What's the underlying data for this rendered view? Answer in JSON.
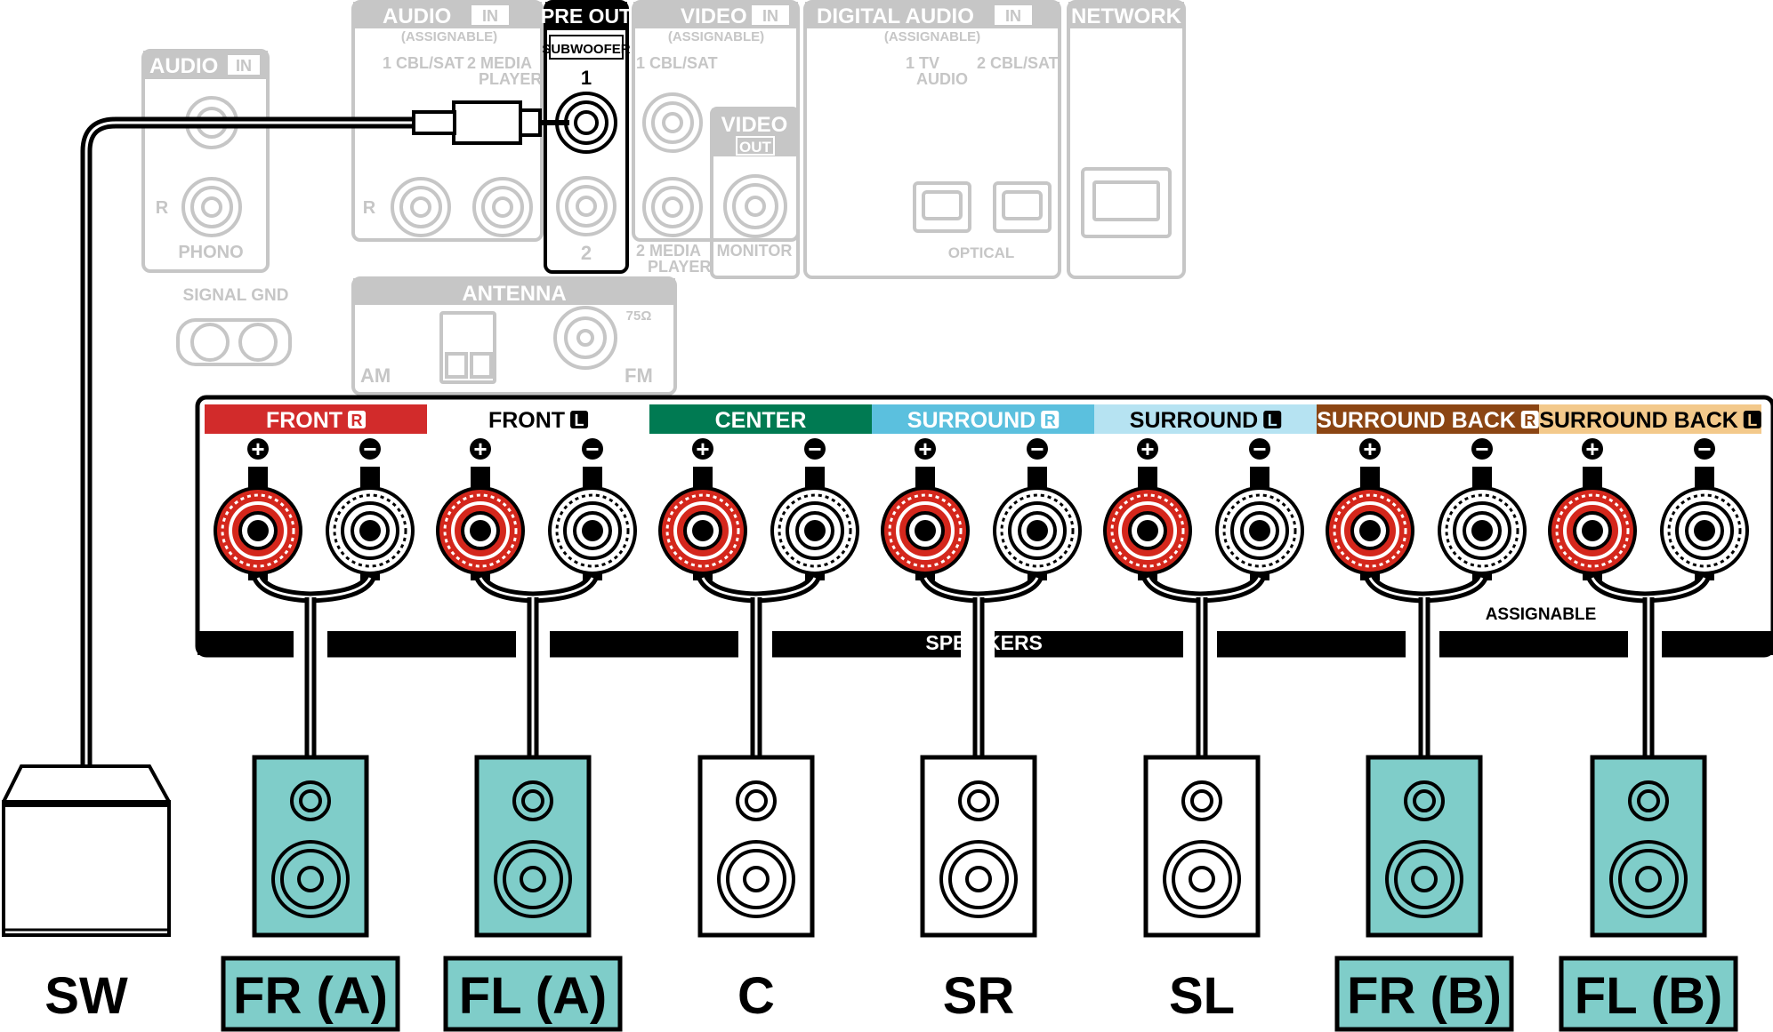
{
  "top_panel": {
    "audio_in_left": {
      "title": "AUDIO",
      "badge": "IN",
      "r_mark": "R",
      "label": "PHONO"
    },
    "signal_gnd": "SIGNAL GND",
    "audio_in_assignable": {
      "title": "AUDIO",
      "badge": "IN",
      "sub": "(ASSIGNABLE)",
      "in1": "1 CBL/SAT",
      "in2a": "2  MEDIA",
      "in2b": "PLAYER",
      "r_mark": "R"
    },
    "pre_out": {
      "title": "PRE OUT",
      "sub": "SUBWOOFER",
      "n1": "1",
      "n2": "2"
    },
    "video_in": {
      "title": "VIDEO",
      "badge": "IN",
      "sub": "(ASSIGNABLE)",
      "in1": "1 CBL/SAT",
      "in2a": "2  MEDIA",
      "in2b": "PLAYER"
    },
    "video_out": {
      "title": "VIDEO",
      "badge": "OUT",
      "label": "MONITOR"
    },
    "digital_audio": {
      "title": "DIGITAL AUDIO",
      "badge": "IN",
      "sub": "(ASSIGNABLE)",
      "in1a": "1    TV",
      "in1b": "AUDIO",
      "in2": "2 CBL/SAT",
      "label": "OPTICAL"
    },
    "network": {
      "title": "NETWORK"
    },
    "antenna": {
      "title": "ANTENNA",
      "am": "AM",
      "fm": "FM",
      "ohm": "75Ω"
    }
  },
  "speakers_panel": {
    "title_left": "SPEA",
    "title_right": "KERS",
    "assignable": "ASSIGNABLE",
    "plus": "+",
    "minus": "−",
    "channels": [
      {
        "label": "FRONT",
        "side": "R",
        "color": "#d22b2b",
        "text_color": "#ffffff"
      },
      {
        "label": "FRONT",
        "side": "L",
        "color": "#ffffff",
        "text_color": "#000000"
      },
      {
        "label": "CENTER",
        "side": "",
        "color": "#007a52",
        "text_color": "#ffffff"
      },
      {
        "label": "SURROUND",
        "side": "R",
        "color": "#5bc0de",
        "text_color": "#ffffff"
      },
      {
        "label": "SURROUND",
        "side": "L",
        "color": "#b6e3f2",
        "text_color": "#000000"
      },
      {
        "label": "SURROUND BACK",
        "side": "R",
        "color": "#8b4513",
        "text_color": "#ffffff"
      },
      {
        "label": "SURROUND BACK",
        "side": "L",
        "color": "#f3c98b",
        "text_color": "#000000"
      }
    ]
  },
  "speakers": [
    {
      "label": "SW",
      "highlighted": false,
      "kind": "subwoofer"
    },
    {
      "label": "FR (A)",
      "highlighted": true,
      "kind": "speaker"
    },
    {
      "label": "FL (A)",
      "highlighted": true,
      "kind": "speaker"
    },
    {
      "label": "C",
      "highlighted": false,
      "kind": "speaker"
    },
    {
      "label": "SR",
      "highlighted": false,
      "kind": "speaker"
    },
    {
      "label": "SL",
      "highlighted": false,
      "kind": "speaker"
    },
    {
      "label": "FR (B)",
      "highlighted": true,
      "kind": "speaker"
    },
    {
      "label": "FL (B)",
      "highlighted": true,
      "kind": "speaker"
    }
  ],
  "colors": {
    "highlight": "#7fcdc9",
    "panel_gray": "#c8c8c8",
    "terminal_red": "#d4271c"
  }
}
